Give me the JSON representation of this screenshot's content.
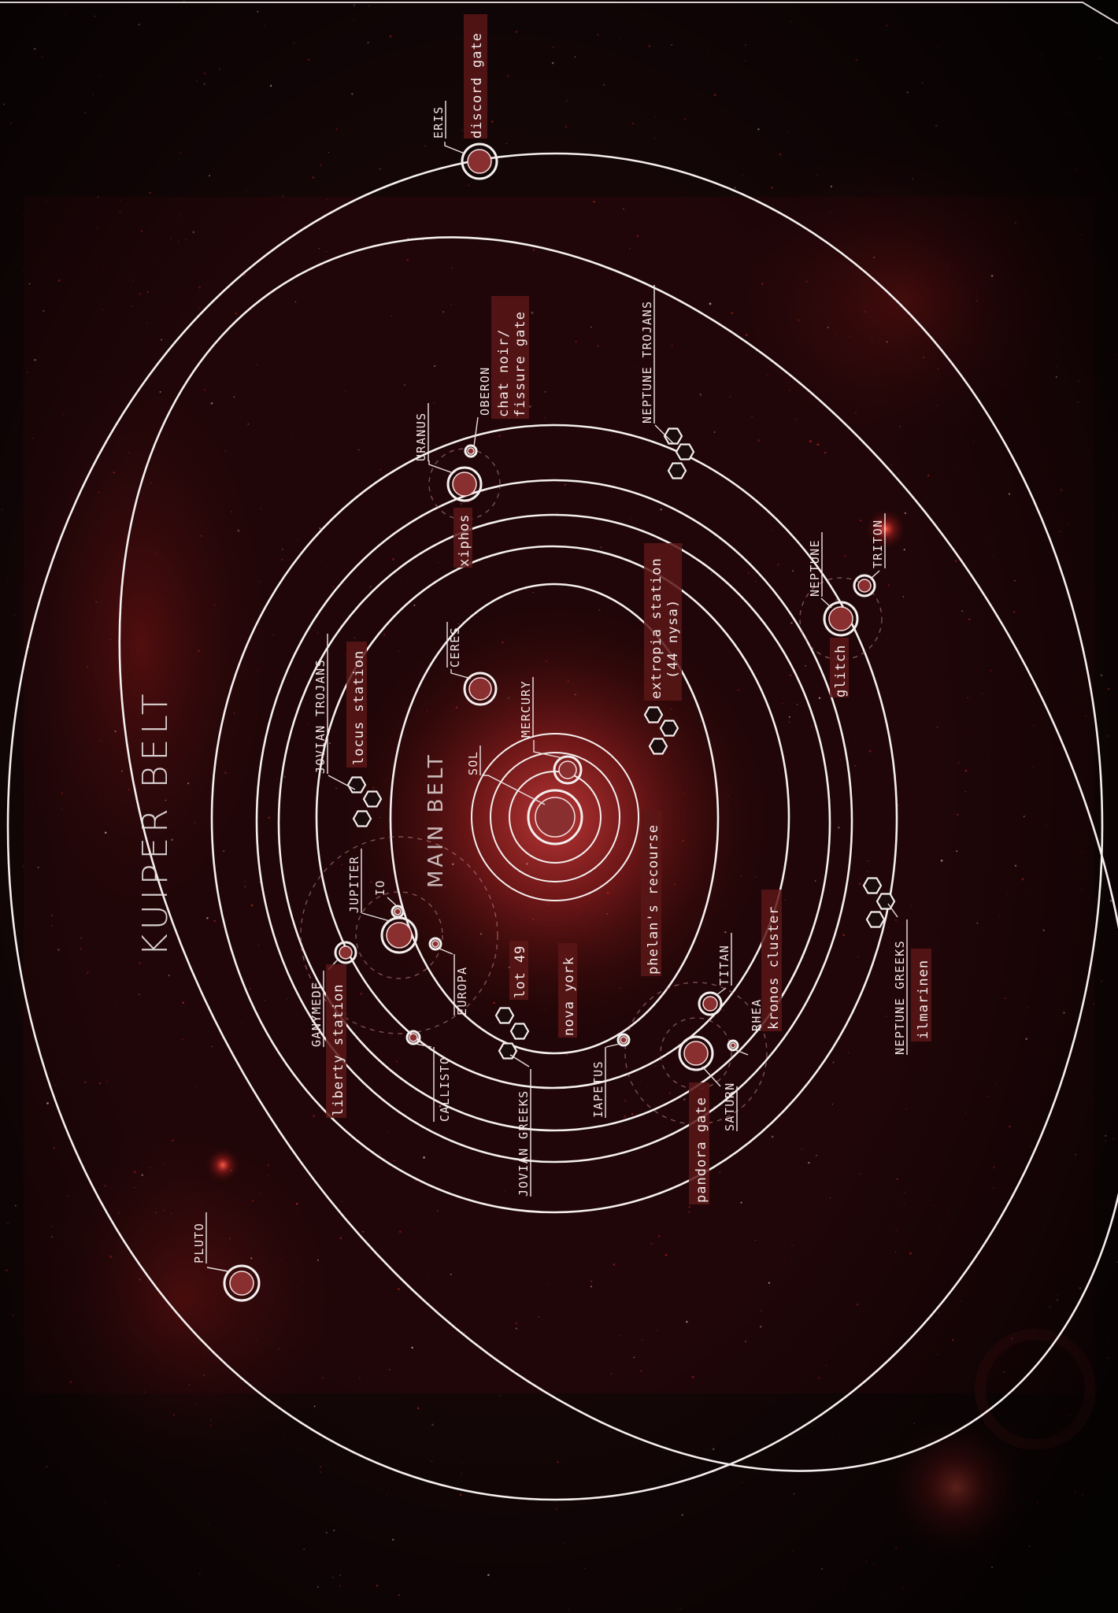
{
  "regions": {
    "kuiper_belt": "KUIPER BELT",
    "main_belt": "MAIN BELT"
  },
  "bodies": {
    "sol": "SOL",
    "mercury": "MERCURY",
    "ceres": "CERES",
    "jupiter": "JUPITER",
    "io": "IO",
    "europa": "EUROPA",
    "ganymede": "GANYMEDE",
    "callisto": "CALLISTO",
    "saturn": "SATURN",
    "titan": "TITAN",
    "rhea": "RHEA",
    "iapetus": "IAPETUS",
    "uranus": "URANUS",
    "oberon": "OBERON",
    "neptune": "NEPTUNE",
    "triton": "TRITON",
    "pluto": "PLUTO",
    "eris": "ERIS",
    "jovian_trojans": "JOVIAN TROJANS",
    "jovian_greeks": "JOVIAN GREEKS",
    "neptune_trojans": "NEPTUNE TROJANS",
    "neptune_greeks": "NEPTUNE GREEKS"
  },
  "stations": {
    "discord_gate": "discord gate",
    "chat_noir_1": "chat noir/",
    "chat_noir_2": "fissure gate",
    "xiphos": "xiphos",
    "glitch": "glitch",
    "locus_station": "locus station",
    "extropia_1": "extropia station",
    "extropia_2": "(44 nysa)",
    "phelans_recourse": "phelan's recourse",
    "lot_49": "lot 49",
    "nova_york": "nova york",
    "liberty_station": "liberty station",
    "pandora_gate": "pandora gate",
    "kronos_cluster": "kronos cluster",
    "ilmarinen": "ilmarinen"
  },
  "colors": {
    "background": "#0b0506",
    "nebula": "#7a1414",
    "orbit": "#f4efee",
    "body_fill": "#8a2f2f",
    "accent": "#c0302e"
  }
}
